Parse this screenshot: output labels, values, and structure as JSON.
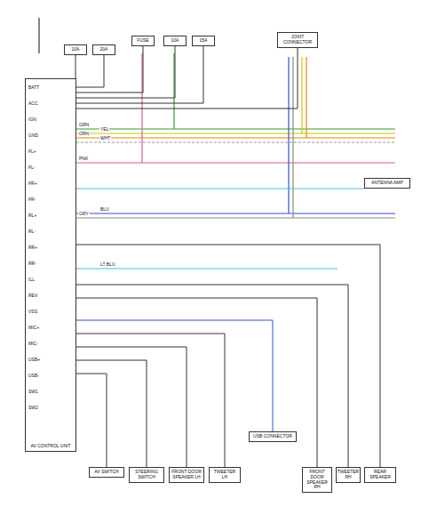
{
  "diagram": {
    "nodes": [
      {
        "text": [
          "AV CONTROL UNIT"
        ]
      },
      {
        "text": [
          "10A"
        ]
      },
      {
        "text": [
          "20A"
        ]
      },
      {
        "text": [
          "FUSE"
        ]
      },
      {
        "text": [
          "10A"
        ]
      },
      {
        "text": [
          "15A"
        ]
      },
      {
        "text": [
          "JOINT CONNECTOR"
        ]
      },
      {
        "text": [
          "AV SWITCH"
        ]
      },
      {
        "text": [
          "STEERING SWITCH"
        ]
      },
      {
        "text": [
          "FRONT DOOR SPEAKER LH"
        ]
      },
      {
        "text": [
          "TWEETER LH"
        ]
      },
      {
        "text": [
          "USB CONNECTOR"
        ]
      },
      {
        "text": [
          "FRONT DOOR SPEAKER RH"
        ]
      },
      {
        "text": [
          "TWEETER RH"
        ]
      },
      {
        "text": [
          "REAR SPEAKER"
        ]
      },
      {
        "text": [
          "ANTENNA AMP"
        ]
      }
    ],
    "edges": [
      {
        "from": 1,
        "to": 0,
        "arrow": "none"
      },
      {
        "from": 2,
        "to": 0,
        "arrow": "none"
      },
      {
        "from": 3,
        "to": 0,
        "arrow": "none"
      },
      {
        "from": 4,
        "to": 0,
        "arrow": "none"
      },
      {
        "from": 5,
        "to": 0,
        "arrow": "none"
      },
      {
        "from": 6,
        "to": 0,
        "arrow": "none"
      },
      {
        "from": 0,
        "to": 7,
        "arrow": "none"
      },
      {
        "from": 0,
        "to": 8,
        "arrow": "none"
      },
      {
        "from": 0,
        "to": 9,
        "arrow": "none"
      },
      {
        "from": 0,
        "to": 10,
        "arrow": "none"
      },
      {
        "from": 0,
        "to": 11,
        "arrow": "none"
      },
      {
        "from": 0,
        "to": 12,
        "arrow": "none"
      },
      {
        "from": 0,
        "to": 13,
        "arrow": "none"
      },
      {
        "from": 0,
        "to": 14,
        "arrow": "none"
      },
      {
        "from": 0,
        "to": 15,
        "arrow": "none"
      }
    ],
    "labels": [
      "BATT",
      "ACC",
      "IGN",
      "GND",
      "FL+",
      "FL-",
      "FR+",
      "FR-",
      "RL+",
      "RL-",
      "RR+",
      "RR-",
      "ILL",
      "REV",
      "VSS",
      "MIC+",
      "MIC-",
      "USB+",
      "USB-",
      "SW1",
      "SW2",
      "GRN",
      "YEL",
      "ORN",
      "WHT",
      "PNK",
      "BLU",
      "GRY",
      "LT BLU"
    ]
  }
}
